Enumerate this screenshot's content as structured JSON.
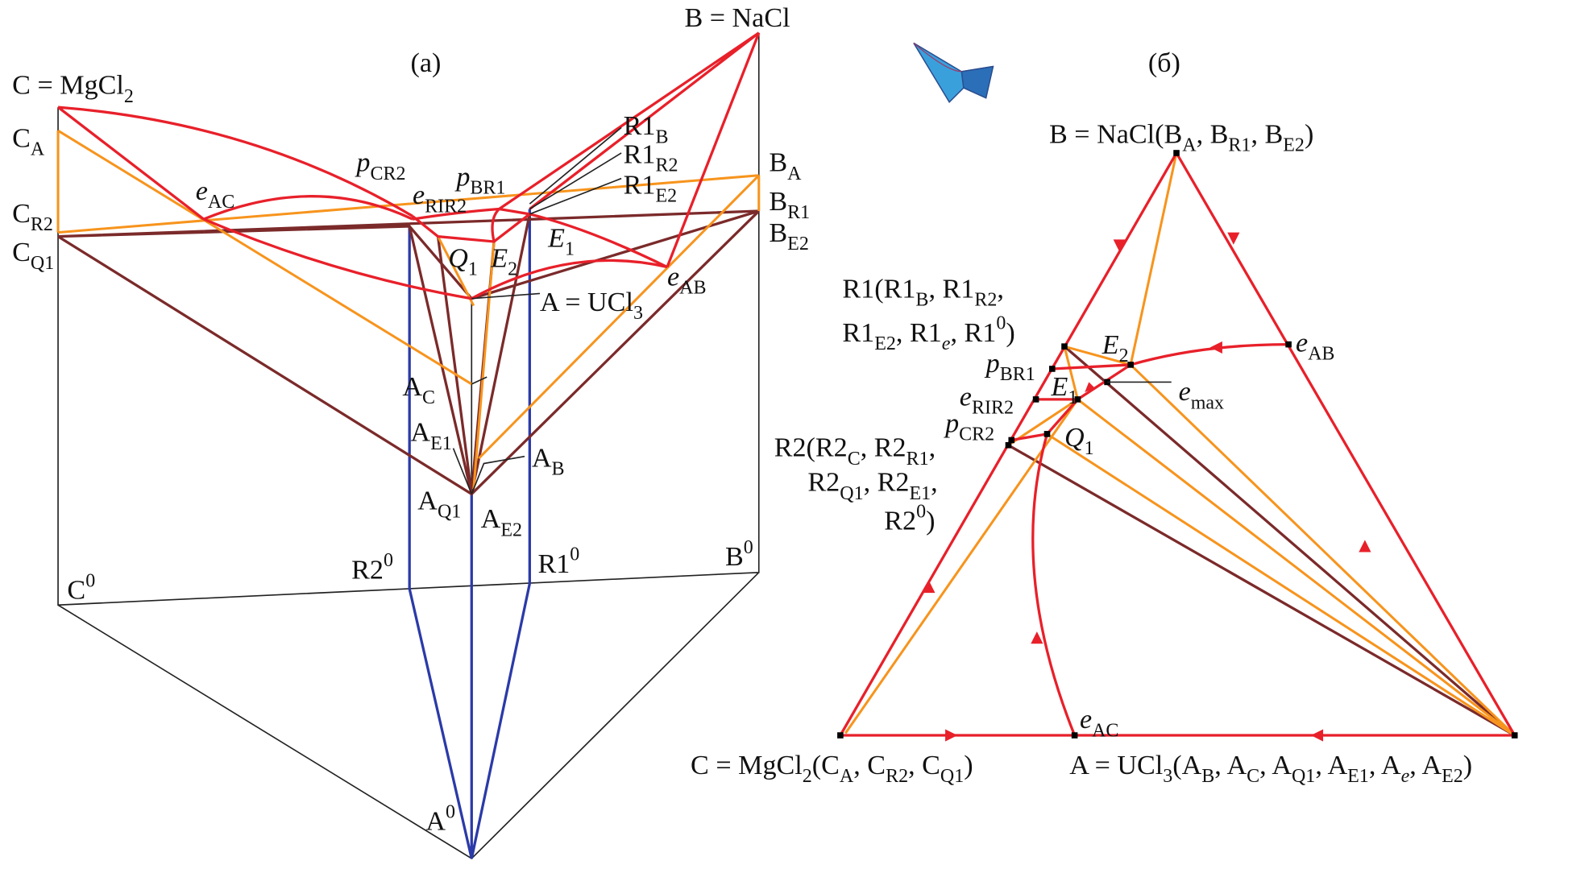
{
  "colors": {
    "liquidus": "#e8202a",
    "tie": "#f7941d",
    "solid": "#7b2a2a",
    "prism": "#2b3aa8"
  },
  "panel_a": {
    "title": "(а)",
    "labels": [
      {
        "id": "C",
        "parts": [
          {
            "t": "C = MgCl",
            "k": ""
          },
          {
            "t": "2",
            "k": "sub"
          }
        ]
      },
      {
        "id": "B",
        "parts": [
          {
            "t": "B = NaCl",
            "k": ""
          }
        ]
      },
      {
        "id": "CA",
        "parts": [
          {
            "t": "C",
            "k": ""
          },
          {
            "t": "A",
            "k": "sub"
          }
        ]
      },
      {
        "id": "CR2",
        "parts": [
          {
            "t": "C",
            "k": ""
          },
          {
            "t": "R2",
            "k": "sub"
          }
        ]
      },
      {
        "id": "CQ1",
        "parts": [
          {
            "t": "C",
            "k": ""
          },
          {
            "t": "Q1",
            "k": "sub"
          }
        ]
      },
      {
        "id": "eAC",
        "parts": [
          {
            "t": "e",
            "k": "i"
          },
          {
            "t": "AC",
            "k": "sub"
          }
        ]
      },
      {
        "id": "pCR2",
        "parts": [
          {
            "t": "p",
            "k": "i"
          },
          {
            "t": "CR2",
            "k": "sub"
          }
        ]
      },
      {
        "id": "eRIR2",
        "parts": [
          {
            "t": "e",
            "k": "i"
          },
          {
            "t": "RIR2",
            "k": "sub"
          }
        ]
      },
      {
        "id": "pBR1",
        "parts": [
          {
            "t": "p",
            "k": "i"
          },
          {
            "t": "BR1",
            "k": "sub"
          }
        ]
      },
      {
        "id": "R1B",
        "parts": [
          {
            "t": "R1",
            "k": ""
          },
          {
            "t": "B",
            "k": "sub"
          }
        ]
      },
      {
        "id": "R1R2",
        "parts": [
          {
            "t": "R1",
            "k": ""
          },
          {
            "t": "R2",
            "k": "sub"
          }
        ]
      },
      {
        "id": "R1E2",
        "parts": [
          {
            "t": "R1",
            "k": ""
          },
          {
            "t": "E2",
            "k": "sub"
          }
        ]
      },
      {
        "id": "BA",
        "parts": [
          {
            "t": "B",
            "k": ""
          },
          {
            "t": "A",
            "k": "sub"
          }
        ]
      },
      {
        "id": "BR1",
        "parts": [
          {
            "t": "B",
            "k": ""
          },
          {
            "t": "R1",
            "k": "sub"
          }
        ]
      },
      {
        "id": "BE2",
        "parts": [
          {
            "t": "B",
            "k": ""
          },
          {
            "t": "E2",
            "k": "sub"
          }
        ]
      },
      {
        "id": "Q1",
        "parts": [
          {
            "t": "Q",
            "k": "i"
          },
          {
            "t": "1",
            "k": "sub"
          }
        ]
      },
      {
        "id": "E2",
        "parts": [
          {
            "t": "E",
            "k": "i"
          },
          {
            "t": "2",
            "k": "sub"
          }
        ]
      },
      {
        "id": "E1",
        "parts": [
          {
            "t": "E",
            "k": "i"
          },
          {
            "t": "1",
            "k": "sub"
          }
        ]
      },
      {
        "id": "eAB",
        "parts": [
          {
            "t": "e",
            "k": "i"
          },
          {
            "t": "AB",
            "k": "sub"
          }
        ]
      },
      {
        "id": "A",
        "parts": [
          {
            "t": "A = UCl",
            "k": ""
          },
          {
            "t": "3",
            "k": "sub"
          }
        ]
      },
      {
        "id": "AC",
        "parts": [
          {
            "t": "A",
            "k": ""
          },
          {
            "t": "C",
            "k": "sub"
          }
        ]
      },
      {
        "id": "AE1",
        "parts": [
          {
            "t": "A",
            "k": ""
          },
          {
            "t": "E1",
            "k": "sub"
          }
        ]
      },
      {
        "id": "AB",
        "parts": [
          {
            "t": "A",
            "k": ""
          },
          {
            "t": "B",
            "k": "sub"
          }
        ]
      },
      {
        "id": "AQ1",
        "parts": [
          {
            "t": "A",
            "k": ""
          },
          {
            "t": "Q1",
            "k": "sub"
          }
        ]
      },
      {
        "id": "AE2",
        "parts": [
          {
            "t": "A",
            "k": ""
          },
          {
            "t": "E2",
            "k": "sub"
          }
        ]
      },
      {
        "id": "C0",
        "parts": [
          {
            "t": "C",
            "k": ""
          },
          {
            "t": "0",
            "k": "sup"
          }
        ]
      },
      {
        "id": "R20",
        "parts": [
          {
            "t": "R2",
            "k": ""
          },
          {
            "t": "0",
            "k": "sup"
          }
        ]
      },
      {
        "id": "R10",
        "parts": [
          {
            "t": "R1",
            "k": ""
          },
          {
            "t": "0",
            "k": "sup"
          }
        ]
      },
      {
        "id": "B0",
        "parts": [
          {
            "t": "B",
            "k": ""
          },
          {
            "t": "0",
            "k": "sup"
          }
        ]
      },
      {
        "id": "A0",
        "parts": [
          {
            "t": "A",
            "k": ""
          },
          {
            "t": "0",
            "k": "sup"
          }
        ]
      }
    ]
  },
  "panel_b": {
    "title": "(б)",
    "labels": [
      {
        "id": "B",
        "parts": [
          {
            "t": "B = NaCl(B",
            "k": ""
          },
          {
            "t": "A",
            "k": "sub"
          },
          {
            "t": ", B",
            "k": ""
          },
          {
            "t": "R1",
            "k": "sub"
          },
          {
            "t": ", B",
            "k": ""
          },
          {
            "t": "E2",
            "k": "sub"
          },
          {
            "t": ")",
            "k": ""
          }
        ]
      },
      {
        "id": "R1a",
        "parts": [
          {
            "t": "R1(R1",
            "k": ""
          },
          {
            "t": "B",
            "k": "sub"
          },
          {
            "t": ", R1",
            "k": ""
          },
          {
            "t": "R2",
            "k": "sub"
          },
          {
            "t": ",",
            "k": ""
          }
        ]
      },
      {
        "id": "R1b",
        "parts": [
          {
            "t": "R1",
            "k": ""
          },
          {
            "t": "E2",
            "k": "sub"
          },
          {
            "t": ", R1",
            "k": ""
          },
          {
            "t": "e",
            "k": "subi"
          },
          {
            "t": ", R1",
            "k": ""
          },
          {
            "t": "0",
            "k": "sup"
          },
          {
            "t": ")",
            "k": ""
          }
        ]
      },
      {
        "id": "E2",
        "parts": [
          {
            "t": "E",
            "k": "i"
          },
          {
            "t": "2",
            "k": "sub"
          }
        ]
      },
      {
        "id": "eAB",
        "parts": [
          {
            "t": "e",
            "k": "i"
          },
          {
            "t": "AB",
            "k": "sub"
          }
        ]
      },
      {
        "id": "pBR1",
        "parts": [
          {
            "t": "p",
            "k": "i"
          },
          {
            "t": "BR1",
            "k": "sub"
          }
        ]
      },
      {
        "id": "E1",
        "parts": [
          {
            "t": "E",
            "k": "i"
          },
          {
            "t": "1",
            "k": "sub"
          }
        ]
      },
      {
        "id": "emax",
        "parts": [
          {
            "t": "e",
            "k": "i"
          },
          {
            "t": "max",
            "k": "sub"
          }
        ]
      },
      {
        "id": "eRIR2",
        "parts": [
          {
            "t": "e",
            "k": "i"
          },
          {
            "t": "RIR2",
            "k": "sub"
          }
        ]
      },
      {
        "id": "pCR2",
        "parts": [
          {
            "t": "p",
            "k": "i"
          },
          {
            "t": "CR2",
            "k": "sub"
          }
        ]
      },
      {
        "id": "Q1",
        "parts": [
          {
            "t": "Q",
            "k": "i"
          },
          {
            "t": "1",
            "k": "sub"
          }
        ]
      },
      {
        "id": "R2a",
        "parts": [
          {
            "t": "R2(R2",
            "k": ""
          },
          {
            "t": "C",
            "k": "sub"
          },
          {
            "t": ", R2",
            "k": ""
          },
          {
            "t": "R1",
            "k": "sub"
          },
          {
            "t": ",",
            "k": ""
          }
        ]
      },
      {
        "id": "R2b",
        "parts": [
          {
            "t": "R2",
            "k": ""
          },
          {
            "t": "Q1",
            "k": "sub"
          },
          {
            "t": ", R2",
            "k": ""
          },
          {
            "t": "E1",
            "k": "sub"
          },
          {
            "t": ",",
            "k": ""
          }
        ]
      },
      {
        "id": "R2c",
        "parts": [
          {
            "t": "R2",
            "k": ""
          },
          {
            "t": "0",
            "k": "sup"
          },
          {
            "t": ")",
            "k": ""
          }
        ]
      },
      {
        "id": "eAC",
        "parts": [
          {
            "t": "e",
            "k": "i"
          },
          {
            "t": "AC",
            "k": "sub"
          }
        ]
      },
      {
        "id": "C",
        "parts": [
          {
            "t": "C = MgCl",
            "k": ""
          },
          {
            "t": "2",
            "k": "sub"
          },
          {
            "t": "(C",
            "k": ""
          },
          {
            "t": "A",
            "k": "sub"
          },
          {
            "t": ", C",
            "k": ""
          },
          {
            "t": "R2",
            "k": "sub"
          },
          {
            "t": ", C",
            "k": ""
          },
          {
            "t": "Q1",
            "k": "sub"
          },
          {
            "t": ")",
            "k": ""
          }
        ]
      },
      {
        "id": "A",
        "parts": [
          {
            "t": "A = UCl",
            "k": ""
          },
          {
            "t": "3",
            "k": "sub"
          },
          {
            "t": "(A",
            "k": ""
          },
          {
            "t": "B",
            "k": "sub"
          },
          {
            "t": ", A",
            "k": ""
          },
          {
            "t": "C",
            "k": "sub"
          },
          {
            "t": ", A",
            "k": ""
          },
          {
            "t": "Q1",
            "k": "sub"
          },
          {
            "t": ", A",
            "k": ""
          },
          {
            "t": "E1",
            "k": "sub"
          },
          {
            "t": ", A",
            "k": ""
          },
          {
            "t": "e",
            "k": "subi"
          },
          {
            "t": ", A",
            "k": ""
          },
          {
            "t": "E2",
            "k": "sub"
          },
          {
            "t": ")",
            "k": ""
          }
        ]
      }
    ]
  }
}
